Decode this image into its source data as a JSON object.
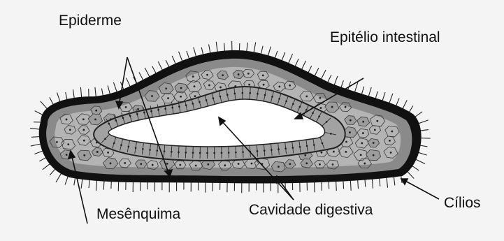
{
  "labels": {
    "epiderme": "Epiderme",
    "epitelio_intestinal": "Epitélio intestinal",
    "mesenquima": "Mesênquima",
    "cavidade_digestiva": "Cavidade digestiva",
    "cilios": "Cílios"
  },
  "colors": {
    "background": "#f4f4f4",
    "body_outline": "#111111",
    "epidermis": "#8a8a8a",
    "mesenchyme": "#b4b4b4",
    "intestinal_epithelium": "#a2a2a2",
    "digestive_cavity": "#ffffff",
    "label_text": "#111111"
  }
}
